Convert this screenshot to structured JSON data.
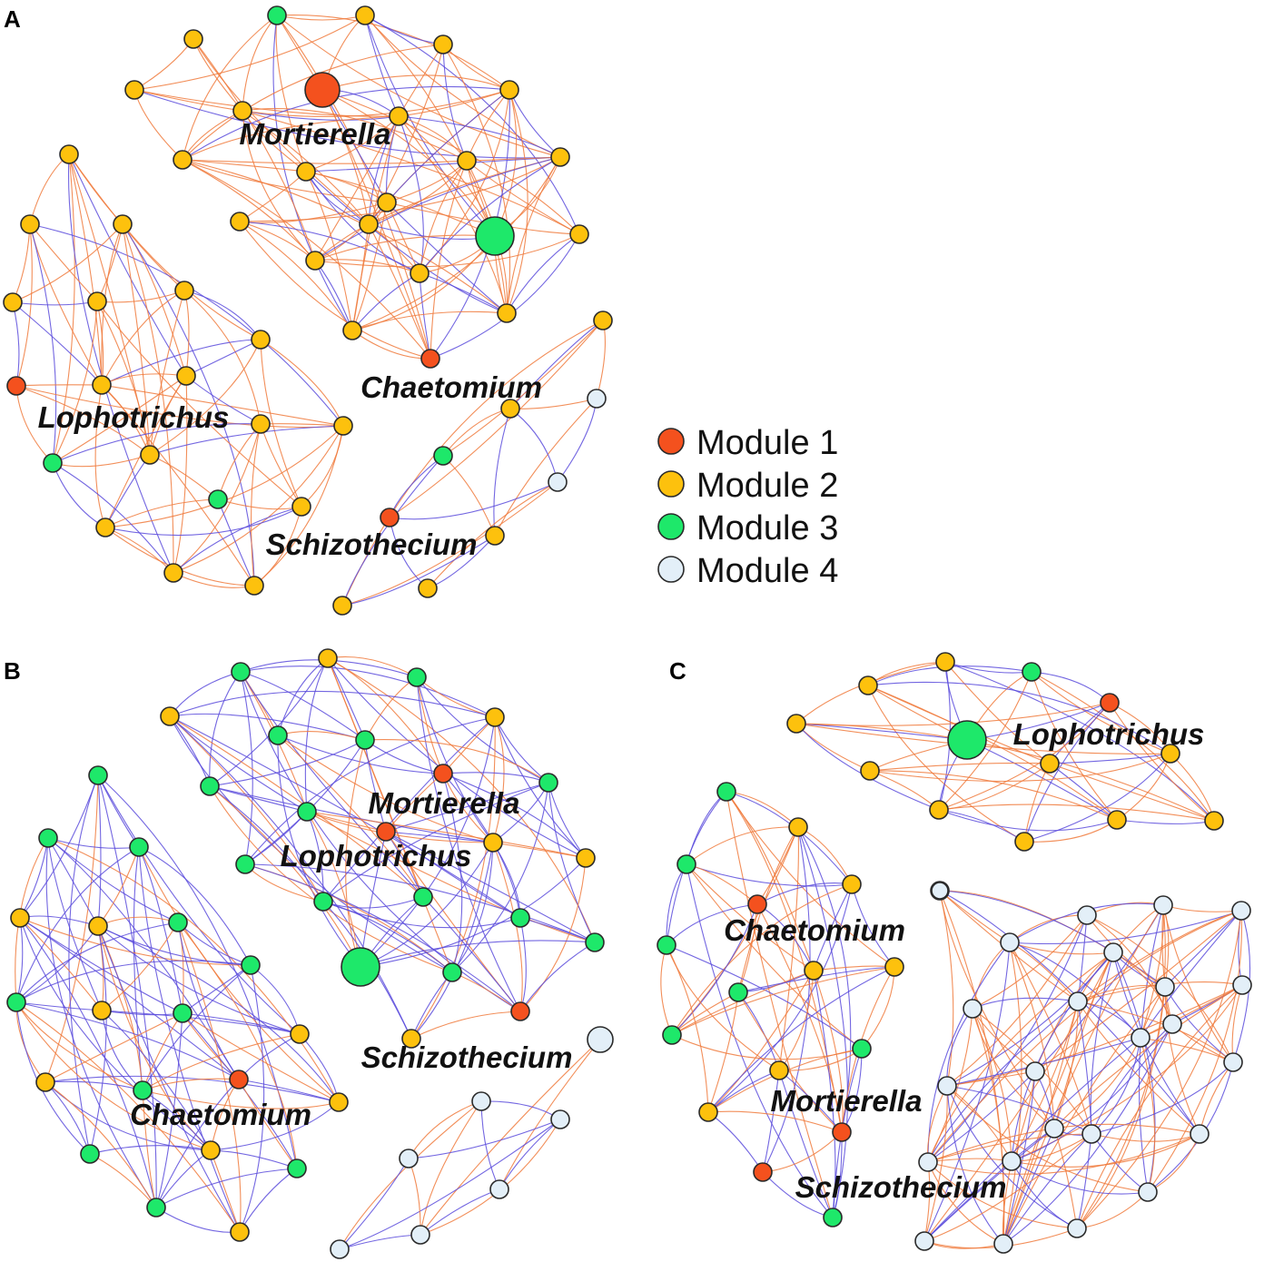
{
  "colors": {
    "module_1": "#f4511e",
    "module_2": "#fdc10d",
    "module_3": "#1ee86a",
    "module_4": "#e3eff8",
    "edge_positive": "#f07a3c",
    "edge_negative": "#5a4bdc"
  },
  "legend": [
    {
      "label": "Module 1",
      "module": 1
    },
    {
      "label": "Module 2",
      "module": 2
    },
    {
      "label": "Module 3",
      "module": 3
    },
    {
      "label": "Module 4",
      "module": 4
    }
  ],
  "panels": [
    {
      "letter": "A",
      "labels": [
        "Mortierella",
        "Chaetomium",
        "Lophotrichus",
        "Schizothecium"
      ],
      "communities": [
        {
          "nodes": [
            [
              305,
              17,
              3
            ],
            [
              213,
              43,
              2
            ],
            [
              402,
              17,
              2
            ],
            [
              488,
              49,
              2
            ],
            [
              148,
              99,
              2
            ],
            [
              355,
              99,
              1
            ],
            [
              267,
              122,
              2
            ],
            [
              439,
              128,
              2
            ],
            [
              561,
              99,
              2
            ],
            [
              201,
              176,
              2
            ],
            [
              337,
              189,
              2
            ],
            [
              514,
              177,
              2
            ],
            [
              617,
              173,
              2
            ],
            [
              426,
              223,
              2
            ],
            [
              545,
              260,
              3
            ],
            [
              264,
              244,
              2
            ],
            [
              406,
              247,
              2
            ],
            [
              638,
              258,
              2
            ],
            [
              347,
              287,
              2
            ],
            [
              462,
              301,
              2
            ],
            [
              388,
              364,
              2
            ],
            [
              558,
              345,
              2
            ],
            [
              474,
              395,
              1
            ]
          ],
          "pos": 0.72
        },
        {
          "nodes": [
            [
              76,
              170,
              2
            ],
            [
              33,
              247,
              2
            ],
            [
              135,
              247,
              2
            ],
            [
              14,
              333,
              2
            ],
            [
              107,
              332,
              2
            ],
            [
              203,
              320,
              2
            ],
            [
              287,
              374,
              2
            ],
            [
              18,
              425,
              1
            ],
            [
              112,
              424,
              2
            ],
            [
              205,
              414,
              2
            ],
            [
              287,
              467,
              2
            ],
            [
              378,
              469,
              2
            ],
            [
              58,
              510,
              3
            ],
            [
              165,
              501,
              2
            ],
            [
              240,
              550,
              3
            ],
            [
              332,
              558,
              2
            ],
            [
              116,
              581,
              2
            ],
            [
              191,
              631,
              2
            ],
            [
              280,
              645,
              2
            ]
          ],
          "pos": 0.72
        },
        {
          "nodes": [
            [
              664,
              353,
              2
            ],
            [
              657,
              439,
              4
            ],
            [
              562,
              450,
              2
            ],
            [
              488,
              502,
              3
            ],
            [
              614,
              531,
              4
            ],
            [
              429,
              570,
              1
            ],
            [
              545,
              590,
              2
            ],
            [
              377,
              667,
              2
            ],
            [
              471,
              648,
              2
            ]
          ],
          "pos": 0.55
        }
      ],
      "label_positions": [
        [
          347,
          148
        ],
        [
          497,
          427
        ],
        [
          147,
          460
        ],
        [
          409,
          600
        ]
      ]
    },
    {
      "letter": "B",
      "labels": [
        "Mortierella",
        "Lophotrichus",
        "Schizothecium",
        "Chaetomium"
      ],
      "communities": [
        {
          "nodes": [
            [
              265,
              740,
              3
            ],
            [
              361,
              725,
              2
            ],
            [
              459,
              746,
              3
            ],
            [
              187,
              789,
              2
            ],
            [
              545,
              790,
              2
            ],
            [
              306,
              810,
              3
            ],
            [
              402,
              815,
              3
            ],
            [
              488,
              852,
              1
            ],
            [
              604,
              862,
              3
            ],
            [
              231,
              866,
              3
            ],
            [
              338,
              894,
              3
            ],
            [
              425,
              916,
              1
            ],
            [
              543,
              928,
              2
            ],
            [
              270,
              952,
              3
            ],
            [
              645,
              945,
              2
            ],
            [
              356,
              993,
              3
            ],
            [
              466,
              988,
              3
            ],
            [
              573,
              1011,
              3
            ],
            [
              397,
              1065,
              3
            ],
            [
              655,
              1038,
              3
            ],
            [
              498,
              1071,
              3
            ],
            [
              573,
              1114,
              1
            ],
            [
              453,
              1144,
              2
            ]
          ],
          "pos": 0.35
        },
        {
          "nodes": [
            [
              108,
              854,
              3
            ],
            [
              53,
              923,
              3
            ],
            [
              153,
              933,
              3
            ],
            [
              22,
              1011,
              2
            ],
            [
              108,
              1020,
              2
            ],
            [
              196,
              1016,
              3
            ],
            [
              276,
              1063,
              3
            ],
            [
              18,
              1104,
              3
            ],
            [
              112,
              1113,
              2
            ],
            [
              201,
              1116,
              3
            ],
            [
              330,
              1139,
              2
            ],
            [
              50,
              1192,
              2
            ],
            [
              157,
              1201,
              3
            ],
            [
              263,
              1189,
              1
            ],
            [
              373,
              1214,
              2
            ],
            [
              232,
              1267,
              2
            ],
            [
              99,
              1271,
              3
            ],
            [
              327,
              1287,
              3
            ],
            [
              172,
              1330,
              3
            ],
            [
              264,
              1357,
              2
            ]
          ],
          "pos": 0.35
        },
        {
          "nodes": [
            [
              661,
              1145,
              4
            ],
            [
              530,
              1213,
              4
            ],
            [
              617,
              1233,
              4
            ],
            [
              450,
              1276,
              4
            ],
            [
              550,
              1310,
              4
            ],
            [
              374,
              1376,
              4
            ],
            [
              463,
              1360,
              4
            ]
          ],
          "pos": 0.35
        }
      ],
      "label_positions": [
        [
          489,
          885
        ],
        [
          414,
          943
        ],
        [
          514,
          1165
        ],
        [
          243,
          1228
        ]
      ]
    },
    {
      "letter": "C",
      "labels": [
        "Lophotrichus",
        "Chaetomium",
        "Mortierella",
        "Schizothecium"
      ],
      "communities": [
        {
          "nodes": [
            [
              1041,
              729,
              2
            ],
            [
              1136,
              740,
              3
            ],
            [
              956,
              755,
              2
            ],
            [
              1222,
              774,
              1
            ],
            [
              877,
              797,
              2
            ],
            [
              1065,
              815,
              3
            ],
            [
              1156,
              841,
              2
            ],
            [
              1289,
              830,
              2
            ],
            [
              958,
              849,
              2
            ],
            [
              1034,
              892,
              2
            ],
            [
              1128,
              927,
              2
            ],
            [
              1230,
              903,
              2
            ],
            [
              1337,
              904,
              2
            ]
          ],
          "pos": 0.7
        },
        {
          "nodes": [
            [
              800,
              872,
              3
            ],
            [
              879,
              911,
              2
            ],
            [
              756,
              952,
              3
            ],
            [
              938,
              974,
              2
            ],
            [
              834,
              996,
              1
            ],
            [
              734,
              1041,
              3
            ],
            [
              896,
              1069,
              2
            ],
            [
              985,
              1065,
              2
            ],
            [
              813,
              1093,
              3
            ],
            [
              740,
              1140,
              3
            ],
            [
              949,
              1155,
              3
            ],
            [
              858,
              1179,
              2
            ],
            [
              780,
              1225,
              2
            ],
            [
              927,
              1247,
              1
            ],
            [
              840,
              1291,
              1
            ],
            [
              917,
              1341,
              3
            ]
          ],
          "pos": 0.55
        },
        {
          "nodes": [
            [
              1035,
              981,
              4
            ],
            [
              1197,
              1008,
              4
            ],
            [
              1281,
              997,
              4
            ],
            [
              1367,
              1003,
              4
            ],
            [
              1112,
              1038,
              4
            ],
            [
              1226,
              1049,
              4
            ],
            [
              1283,
              1087,
              4
            ],
            [
              1368,
              1085,
              4
            ],
            [
              1071,
              1111,
              4
            ],
            [
              1187,
              1103,
              4
            ],
            [
              1291,
              1128,
              4
            ],
            [
              1140,
              1180,
              4
            ],
            [
              1256,
              1143,
              4
            ],
            [
              1358,
              1170,
              4
            ],
            [
              1043,
              1196,
              4
            ],
            [
              1161,
              1243,
              4
            ],
            [
              1202,
              1249,
              4
            ],
            [
              1321,
              1249,
              4
            ],
            [
              1022,
              1280,
              4
            ],
            [
              1114,
              1279,
              4
            ],
            [
              1264,
              1313,
              4
            ],
            [
              1186,
              1353,
              4
            ],
            [
              1018,
              1367,
              4
            ],
            [
              1105,
              1370,
              4
            ]
          ],
          "pos": 0.68
        }
      ],
      "label_positions": [
        [
          1221,
          809
        ],
        [
          897,
          1025
        ],
        [
          932,
          1213
        ],
        [
          992,
          1308
        ]
      ]
    }
  ],
  "highlight_radius": {
    "A": [
      [
        355,
        99,
        19
      ],
      [
        545,
        260,
        21
      ]
    ],
    "B": [
      [
        397,
        1065,
        21
      ],
      [
        661,
        1145,
        14
      ]
    ],
    "C": [
      [
        1065,
        815,
        21
      ]
    ]
  }
}
